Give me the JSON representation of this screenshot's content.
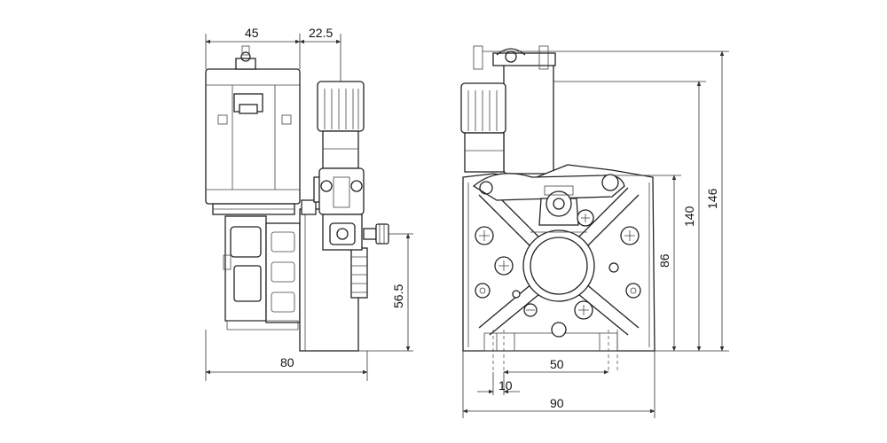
{
  "dimensions": {
    "side_top_width": "45",
    "side_knob_offset": "22.5",
    "side_height_lower": "56.5",
    "side_total_width": "80",
    "front_height_86": "86",
    "front_height_140": "140",
    "front_height_146": "146",
    "front_hole_spacing": "50",
    "front_offset_10": "10",
    "front_total_width": "90"
  }
}
